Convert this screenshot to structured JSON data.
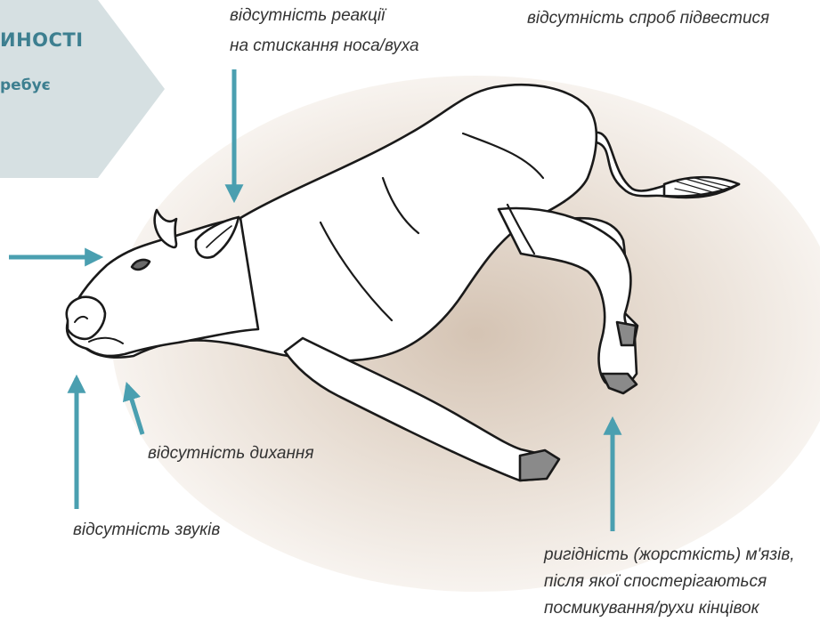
{
  "banner": {
    "title": "ИНОСТІ",
    "subtitle": "ребує"
  },
  "labels": {
    "nose_reaction_line1": "відсутність реакції",
    "nose_reaction_line2": "на стискання носа/вуха",
    "no_standing": "відсутність спроб підвестися",
    "no_breathing": "відсутність дихання",
    "no_sounds": "відсутність звуків",
    "rigidity_line1": "ригідність (жорсткість) м'язів,",
    "rigidity_line2": "після якої спостерігаються",
    "rigidity_line3": "посмикування/рухи кінцівок"
  },
  "colors": {
    "arrow": "#4a9fb0",
    "banner_bg": "#d6e0e2",
    "banner_text": "#3d7f90",
    "shadow": "#e4d8cc",
    "cow_body": "#ffffff",
    "hoof": "#8a8a8a",
    "label_text": "#333333"
  }
}
